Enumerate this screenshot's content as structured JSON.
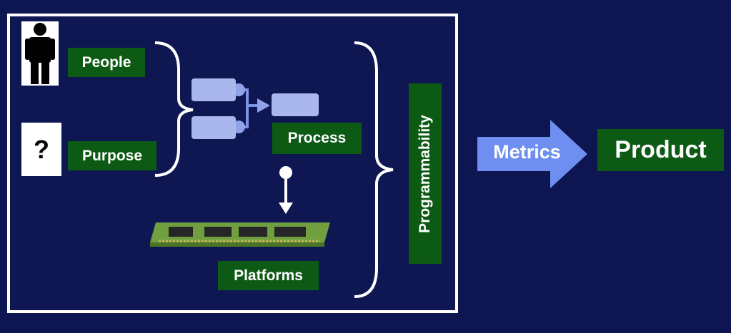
{
  "diagram": {
    "people_label": "People",
    "purpose_label": "Purpose",
    "process_label": "Process",
    "platforms_label": "Platforms",
    "programmability_label": "Programmability",
    "metrics_label": "Metrics",
    "product_label": "Product",
    "question_mark": "?"
  },
  "colors": {
    "background": "#0d1650",
    "label_green": "#0d5a15",
    "arrow_blue": "#6f8ff0",
    "flow_box": "#aab7ec"
  },
  "icons": {
    "people": "person-icon",
    "purpose": "question-icon",
    "process": "process-flow-icon",
    "platforms": "memory-module-icon"
  }
}
